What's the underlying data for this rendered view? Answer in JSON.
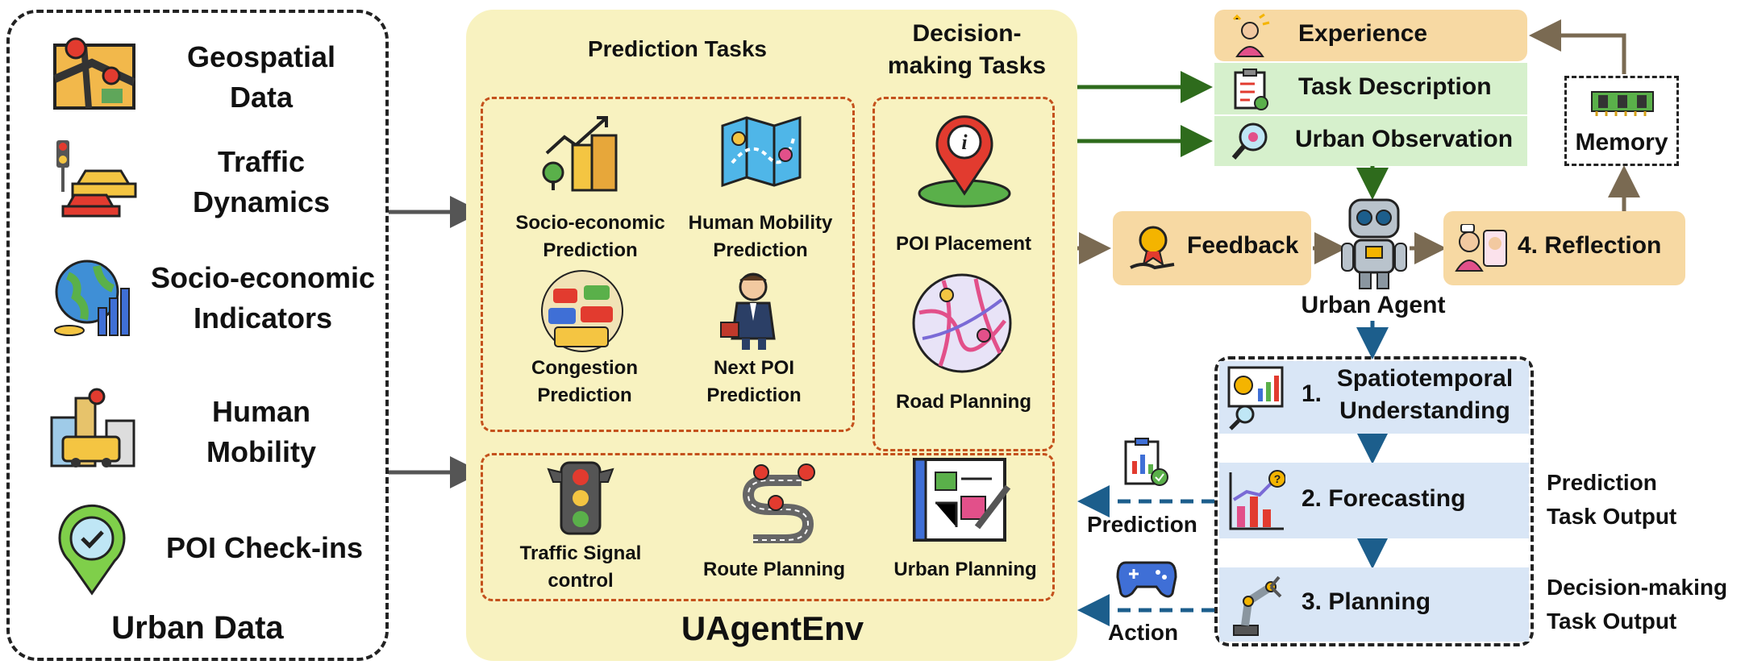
{
  "urban_data": {
    "title": "Urban Data",
    "items": [
      {
        "label_line1": "Geospatial",
        "label_line2": "Data",
        "icon": "map-icon"
      },
      {
        "label_line1": "Traffic",
        "label_line2": "Dynamics",
        "icon": "traffic-cars-icon"
      },
      {
        "label_line1": "Socio-economic",
        "label_line2": "Indicators",
        "icon": "globe-chart-icon"
      },
      {
        "label_line1": "Human",
        "label_line2": "Mobility",
        "icon": "city-bus-icon"
      },
      {
        "label_line1": "POI Check-ins",
        "label_line2": "",
        "icon": "checkin-pin-icon"
      }
    ]
  },
  "env": {
    "title": "UAgentEnv",
    "prediction_header": "Prediction Tasks",
    "decision_header_line1": "Decision-",
    "decision_header_line2": "making Tasks",
    "prediction_tasks": [
      {
        "line1": "Socio-economic",
        "line2": "Prediction",
        "icon": "city-growth-icon"
      },
      {
        "line1": "Human Mobility",
        "line2": "Prediction",
        "icon": "folded-map-icon"
      },
      {
        "line1": "Congestion",
        "line2": "Prediction",
        "icon": "congestion-icon"
      },
      {
        "line1": "Next POI",
        "line2": "Prediction",
        "icon": "traveler-icon"
      }
    ],
    "decision_tasks": [
      {
        "label": "POI Placement",
        "icon": "location-pin-icon"
      },
      {
        "label": "Road Planning",
        "icon": "road-map-icon"
      }
    ],
    "planning_tasks": [
      {
        "line1": "Traffic Signal",
        "line2": "control",
        "icon": "traffic-light-icon"
      },
      {
        "line1": "Route Planning",
        "line2": "",
        "icon": "route-icon"
      },
      {
        "line1": "Urban Planning",
        "line2": "",
        "icon": "blueprint-icon"
      }
    ]
  },
  "agent": {
    "experience": "Experience",
    "task_description": "Task Description",
    "urban_observation": "Urban Observation",
    "memory": "Memory",
    "feedback": "Feedback",
    "reflection": "4. Reflection",
    "agent_label": "Urban Agent",
    "steps": {
      "step1_num": "1.",
      "step1_line1": "Spatiotemporal",
      "step1_line2": "Understanding",
      "step2": "2.  Forecasting",
      "step3": "3.  Planning"
    },
    "prediction_label": "Prediction",
    "action_label": "Action",
    "prediction_output_line1": "Prediction",
    "prediction_output_line2": "Task Output",
    "decision_output_line1": "Decision-making",
    "decision_output_line2": "Task Output"
  },
  "colors": {
    "env_bg": "#f8f2c0",
    "orange_box": "#f7d9a3",
    "green_box": "#d6f0cc",
    "blue_box": "#d9e6f6",
    "dashed_orange": "#c4511c",
    "arrow_green": "#2e6b1c",
    "arrow_brown": "#7a6a52",
    "arrow_blue": "#1c5e8c"
  }
}
